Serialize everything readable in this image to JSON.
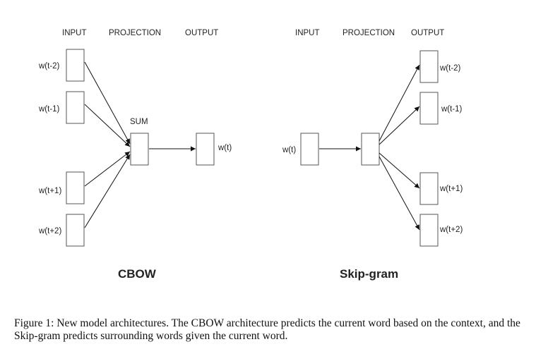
{
  "cbow": {
    "headers": {
      "input": "INPUT",
      "projection": "PROJECTION",
      "output": "OUTPUT"
    },
    "inputs": [
      "w(t-2)",
      "w(t-1)",
      "w(t+1)",
      "w(t+2)"
    ],
    "projection_label": "SUM",
    "output": "w(t)",
    "title": "CBOW"
  },
  "skipgram": {
    "headers": {
      "input": "INPUT",
      "projection": "PROJECTION",
      "output": "OUTPUT"
    },
    "input": "w(t)",
    "outputs": [
      "w(t-2)",
      "w(t-1)",
      "w(t+1)",
      "w(t+2)"
    ],
    "title": "Skip-gram"
  },
  "caption": {
    "text": "Figure 1: New model architectures. The CBOW architecture predicts the current word based on the context, and the Skip-gram predicts surrounding words given the current word."
  }
}
